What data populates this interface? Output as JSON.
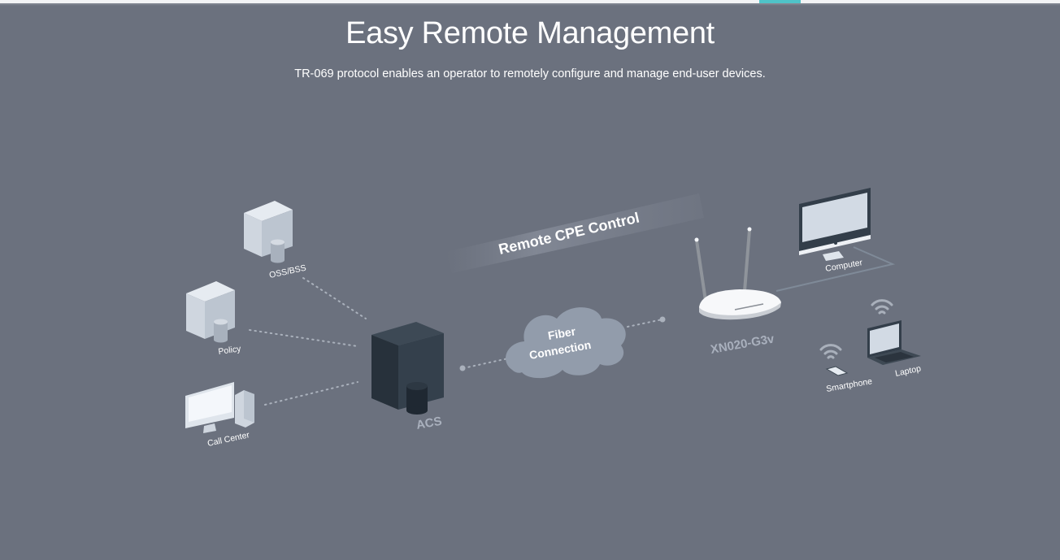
{
  "header": {
    "title": "Easy Remote Management",
    "subtitle": "TR-069 protocol enables an operator to remotely configure and manage end-user devices."
  },
  "diagram": {
    "banner_label": "Remote CPE Control",
    "cloud_label_line1": "Fiber",
    "cloud_label_line2": "Connection",
    "nodes": {
      "oss_bss": "OSS/BSS",
      "policy": "Policy",
      "call_center": "Call Center",
      "acs": "ACS",
      "router": "XN020-G3v",
      "computer": "Computer",
      "smartphone": "Smartphone",
      "laptop": "Laptop"
    }
  },
  "colors": {
    "background": "#6b717e",
    "accent": "#4fc3c8",
    "device_light": "#d7dde6",
    "device_dark": "#2e3944",
    "cloud": "#929cab"
  }
}
